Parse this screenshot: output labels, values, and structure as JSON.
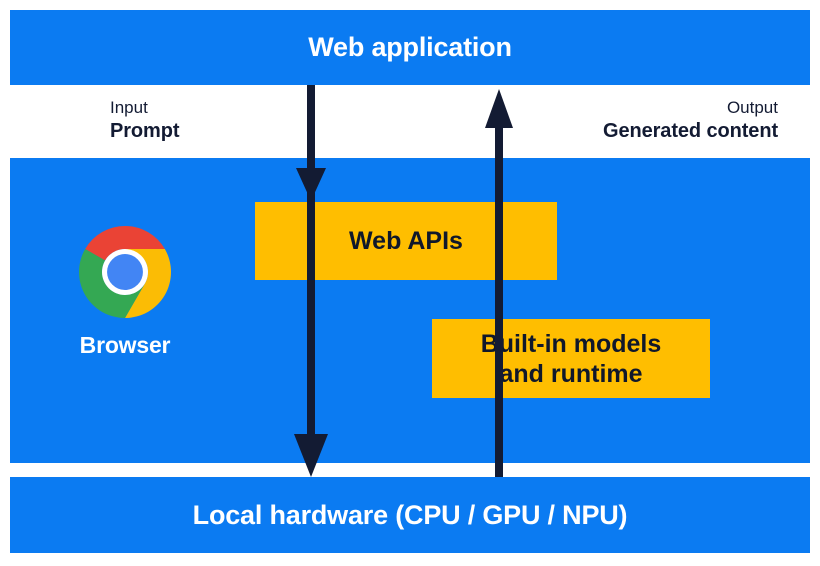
{
  "diagram": {
    "title": "Browser built-in AI architecture",
    "colors": {
      "blue_band": "#0B7BF2",
      "amber_box": "#FFBE00",
      "dark_ink": "#131B33",
      "white": "#FFFFFF"
    },
    "bands": {
      "web_application": {
        "label": "Web application"
      },
      "browser": {
        "label": "Browser"
      },
      "local_hardware": {
        "label": "Local hardware (CPU / GPU / NPU)"
      }
    },
    "io": {
      "input": {
        "kind": "Input",
        "value": "Prompt"
      },
      "output": {
        "kind": "Output",
        "value": "Generated content"
      }
    },
    "boxes": {
      "web_apis": {
        "label": "Web APIs"
      },
      "builtin_models": {
        "line1": "Built-in models",
        "line2": "and runtime"
      }
    },
    "icons": {
      "chrome_logo": "chrome-logo-icon",
      "arrow_down": "arrow-down-icon",
      "arrow_up": "arrow-up-icon"
    }
  }
}
